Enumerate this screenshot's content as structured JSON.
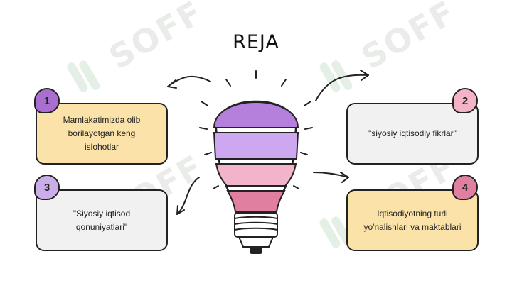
{
  "title": "REJA",
  "watermark": "SOFF",
  "items": [
    {
      "number": "1",
      "text": "Mamlakatimizda olib borilayotgan keng islohotlar",
      "card_color": "#fbe2a8",
      "badge_color": "#a86fcf"
    },
    {
      "number": "2",
      "text": "\"siyosiy iqtisodiy fikrlar\"",
      "card_color": "#f1f1f1",
      "badge_color": "#f3b4c8"
    },
    {
      "number": "3",
      "text": "\"Siyosiy iqtisod qonuniyatlari\"",
      "card_color": "#f1f1f1",
      "badge_color": "#c9aee9"
    },
    {
      "number": "4",
      "text": "Iqtisodiyotning turli yo'nalishlari va maktablari",
      "card_color": "#fbe2a8",
      "badge_color": "#e07fa0"
    }
  ],
  "bulb_colors": [
    "#b57fdc",
    "#cda8f1",
    "#f3b4cb",
    "#e07fa0"
  ]
}
